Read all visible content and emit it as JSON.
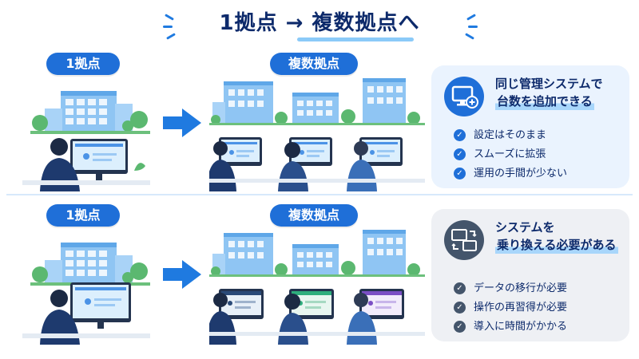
{
  "title": "1拠点 → 複数拠点へ",
  "top_row": {
    "left_label": "1拠点",
    "right_label": "複数拠点",
    "card": {
      "title_line1": "同じ管理システムで",
      "title_line2": "台数を追加できる",
      "points": [
        "設定はそのまま",
        "スムーズに拡張",
        "運用の手間が少ない"
      ],
      "icon": "monitor-plus-icon",
      "accent": "#1f6fd8"
    }
  },
  "bottom_row": {
    "left_label": "1拠点",
    "right_label": "複数拠点",
    "card": {
      "title_line1": "システムを",
      "title_line2": "乗り換える必要がある",
      "points": [
        "データの移行が必要",
        "操作の再習得が必要",
        "導入に時間がかかる"
      ],
      "icon": "swap-devices-icon",
      "accent": "#44556b"
    }
  },
  "colors": {
    "primary": "#1f6fd8",
    "navy": "#0d2a6b",
    "highlight": "#a8d6fb",
    "card_blue": "#eaf3fe",
    "card_gray": "#eef0f4"
  }
}
